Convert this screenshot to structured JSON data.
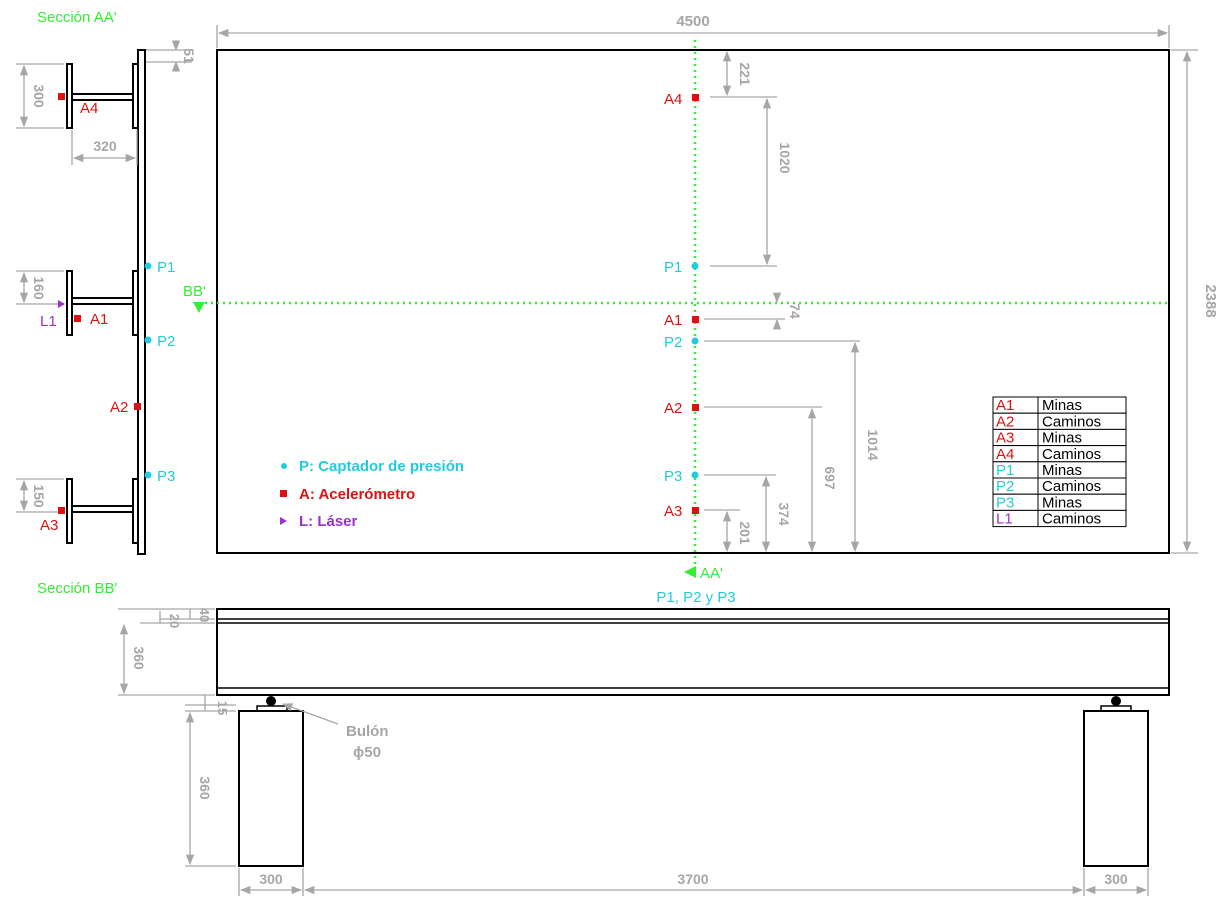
{
  "colors": {
    "outline": "#000000",
    "dimension": "#a6a6a6",
    "section": "#33ee33",
    "pressure": "#22ccdd",
    "accel": "#dd1111",
    "laser": "#9933cc",
    "white": "#ffffff"
  },
  "sections": {
    "aa": "Sección AA'",
    "bb": "Sección BB'",
    "marker_aa": "AA'",
    "marker_bb": "BB'"
  },
  "dimensions": {
    "overall_length": "4500",
    "overall_height": "2388",
    "a4_from_top": "221",
    "a4_to_p1": "1020",
    "bb_to_a1": "74",
    "p2_from_bottom": "1014",
    "a2_from_bottom": "697",
    "p3_from_bottom": "374",
    "a3_from_bottom": "201",
    "aa_top_offset": "51",
    "aa_rib_height_top": "300",
    "aa_rib_width": "320",
    "aa_rib_height_mid": "160",
    "aa_rib_height_bottom": "150",
    "bb_plate": "40",
    "bb_gap": "20",
    "bb_beam_depth": "360",
    "bb_pin": "15",
    "support_height": "360",
    "support_width_left": "300",
    "span": "3700",
    "support_width_right": "300"
  },
  "sensors": {
    "A1": "A1",
    "A2": "A2",
    "A3": "A3",
    "A4": "A4",
    "P1": "P1",
    "P2": "P2",
    "P3": "P3",
    "L1": "L1",
    "p_group": "P1, P2 y P3"
  },
  "legend": {
    "pressure": "P: Captador de presión",
    "accel": "A: Acelerómetro",
    "laser": "L: Láser"
  },
  "table": [
    {
      "code": "A1",
      "team": "Minas",
      "kind": "accel"
    },
    {
      "code": "A2",
      "team": "Caminos",
      "kind": "accel"
    },
    {
      "code": "A3",
      "team": "Minas",
      "kind": "accel"
    },
    {
      "code": "A4",
      "team": "Caminos",
      "kind": "accel"
    },
    {
      "code": "P1",
      "team": "Minas",
      "kind": "pressure"
    },
    {
      "code": "P2",
      "team": "Caminos",
      "kind": "pressure"
    },
    {
      "code": "P3",
      "team": "Minas",
      "kind": "pressure"
    },
    {
      "code": "L1",
      "team": "Caminos",
      "kind": "laser"
    }
  ],
  "support": {
    "bulon": "Bulón",
    "phi": "ϕ50"
  }
}
